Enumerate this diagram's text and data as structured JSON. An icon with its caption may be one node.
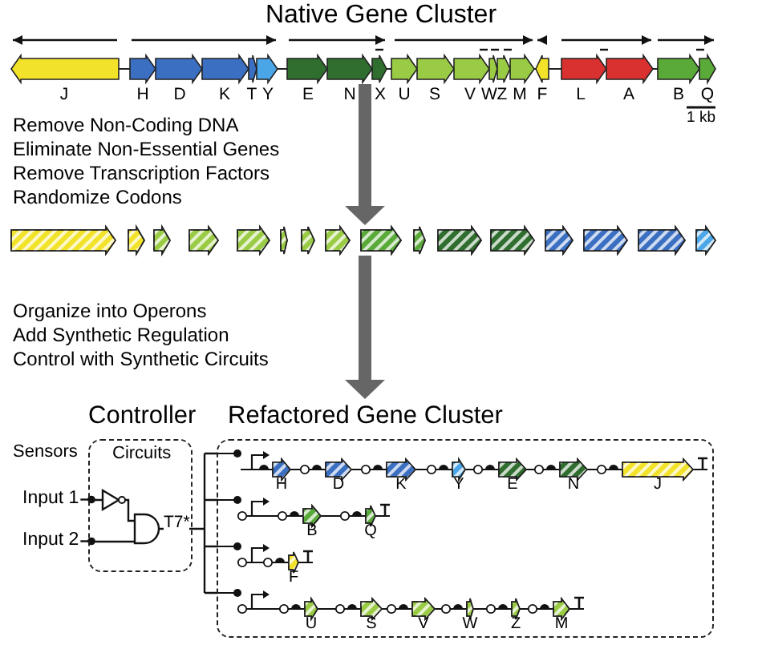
{
  "diagram": {
    "title": "Native Gene Cluster",
    "nodes": [
      {
        "text": [],
        "shape": "bar"
      },
      {
        "text": [],
        "shape": "bar"
      },
      {
        "text": [
          "Input 1"
        ]
      },
      {
        "text": [
          "Input 2"
        ]
      },
      {
        "text": [
          "Controller",
          "Circuits"
        ]
      },
      {
        "text": [
          "Refactored Gene Cluster"
        ]
      }
    ],
    "edges": [
      {
        "from": 0,
        "to": 1,
        "arrow": "to",
        "style": "thick",
        "color": "#666666"
      },
      {
        "from": 1,
        "to": 5,
        "arrow": "to",
        "style": "thick",
        "color": "#666666"
      },
      {
        "from": 2,
        "to": 4,
        "arrow": "other"
      },
      {
        "from": 3,
        "to": 4,
        "arrow": "other"
      },
      {
        "from": 4,
        "to": 5,
        "arrow": "none",
        "label": "T7*"
      }
    ],
    "labels": [
      "J",
      "H",
      "D",
      "K",
      "T",
      "Y",
      "E",
      "N",
      "X",
      "U",
      "S",
      "V",
      "W",
      "Z",
      "M",
      "F",
      "L",
      "A",
      "B",
      "Q",
      "1 kb",
      "Remove Non-Coding DNA",
      "Eliminate Non-Essential Genes",
      "Remove Transcription Factors",
      "Randomize Codons",
      "Organize into Operons",
      "Add Synthetic Regulation",
      "Control with Synthetic Circuits",
      "Sensors",
      "H",
      "D",
      "K",
      "Y",
      "E",
      "N",
      "J",
      "B",
      "Q",
      "F",
      "U",
      "S",
      "V",
      "W",
      "Z",
      "M"
    ]
  }
}
